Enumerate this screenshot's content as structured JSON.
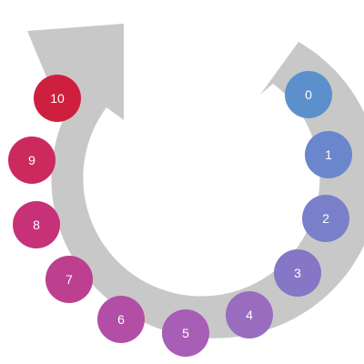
{
  "diagram": {
    "arrow_color": "#c8c8c8",
    "steps": [
      {
        "label": "0",
        "color": "#5b90cd"
      },
      {
        "label": "1",
        "color": "#6a86cc"
      },
      {
        "label": "2",
        "color": "#7a7fc9"
      },
      {
        "label": "3",
        "color": "#8576c6"
      },
      {
        "label": "4",
        "color": "#9a6cc0"
      },
      {
        "label": "5",
        "color": "#a85db6"
      },
      {
        "label": "6",
        "color": "#b24ea6"
      },
      {
        "label": "7",
        "color": "#bd3f90"
      },
      {
        "label": "8",
        "color": "#c73178"
      },
      {
        "label": "9",
        "color": "#cc2a5e"
      },
      {
        "label": "10",
        "color": "#cf1f3f"
      }
    ]
  }
}
